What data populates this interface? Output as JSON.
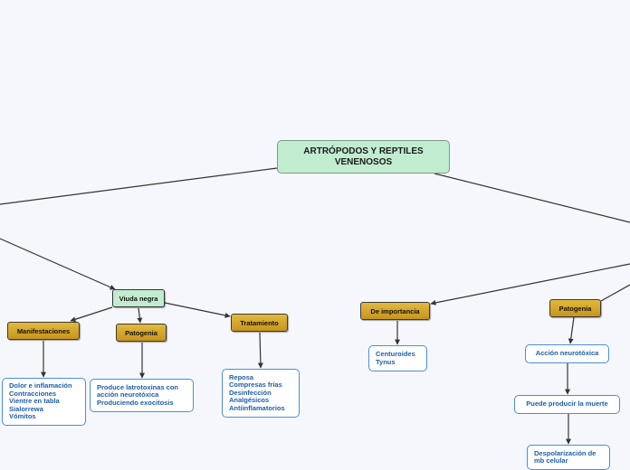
{
  "root": {
    "lines": [
      "ARTRÓPODOS Y REPTILES",
      "VENENOSOS"
    ]
  },
  "viuda_negra": {
    "label": "Viuda negra"
  },
  "manifestaciones": {
    "label": "Manifestaciones",
    "details": [
      "Dolor e inflamación",
      "Contracciones",
      "Vientre en tabla",
      "Sialorrewa",
      "Vómitos"
    ]
  },
  "patogenia_vn": {
    "label": "Patogenia",
    "details": [
      "Produce latrotoxinas con",
      "acción neurotóxica",
      "Produciendo exocitosis"
    ]
  },
  "tratamiento": {
    "label": "Tratamiento",
    "details": [
      "Reposa",
      "Compresas frías",
      "Desinfección",
      "Analgésicos",
      "Antiinflamatorios"
    ]
  },
  "de_importancia": {
    "label": "De importancia",
    "details": [
      "Centuroides",
      "Tynus"
    ]
  },
  "patogenia_esc": {
    "label": "Patogenia",
    "steps": [
      "Acción neurotóxica",
      "Puede producir la muerte"
    ],
    "final": [
      "Despolarización de",
      "mb celular"
    ]
  }
}
